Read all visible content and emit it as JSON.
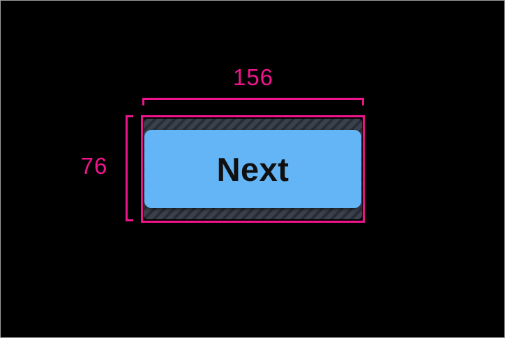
{
  "figure": {
    "description": "Touch target size diagram for a button",
    "button": {
      "label": "Next"
    },
    "dimensions": {
      "width_label": "156",
      "height_label": "76"
    }
  },
  "colors": {
    "measurement_pink": "#F0148C",
    "button_blue": "#64B5F6",
    "hatch_base": "#3A414B",
    "hatch_stripe": "#272D36",
    "canvas_background": "#000000",
    "frame_border": "#9E9E9E",
    "button_text": "#101010"
  }
}
